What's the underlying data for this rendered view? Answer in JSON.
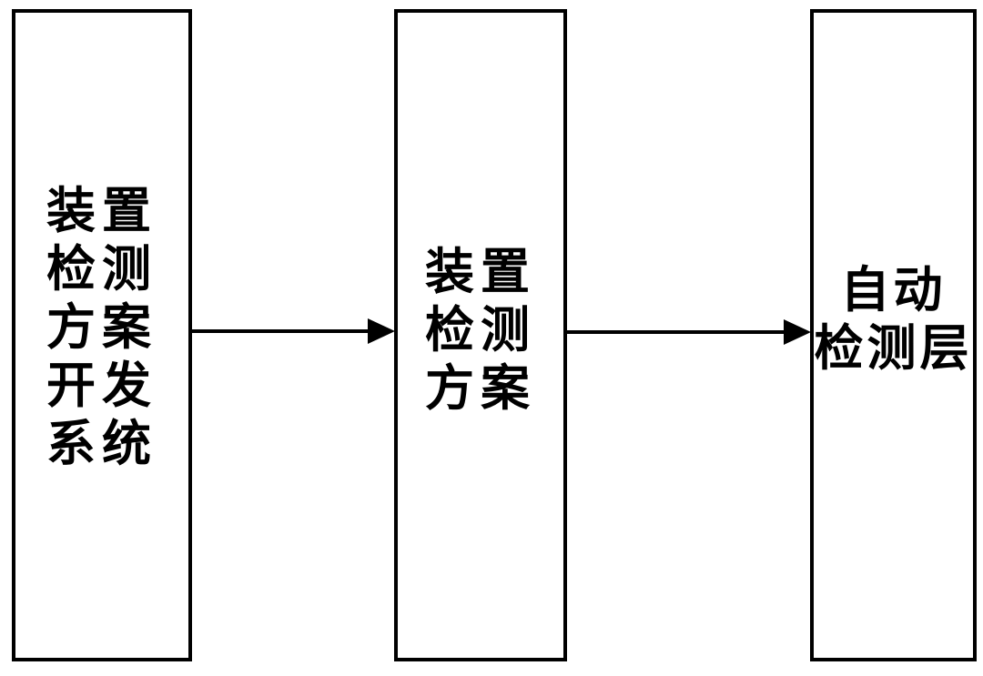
{
  "diagram": {
    "background_color": "#ffffff",
    "stroke_color": "#000000",
    "boxes": [
      {
        "id": "device-test-scheme-development-system",
        "lines": [
          "装置",
          "检测",
          "方案",
          "开发",
          "系统"
        ]
      },
      {
        "id": "device-test-scheme",
        "lines": [
          "装置",
          "检测",
          "方案"
        ]
      },
      {
        "id": "automatic-test-layer",
        "lines": [
          "自动",
          "检测层"
        ]
      }
    ],
    "arrows": [
      {
        "id": "arrow-1",
        "from": "device-test-scheme-development-system",
        "to": "device-test-scheme"
      },
      {
        "id": "arrow-2",
        "from": "device-test-scheme",
        "to": "automatic-test-layer"
      }
    ]
  }
}
